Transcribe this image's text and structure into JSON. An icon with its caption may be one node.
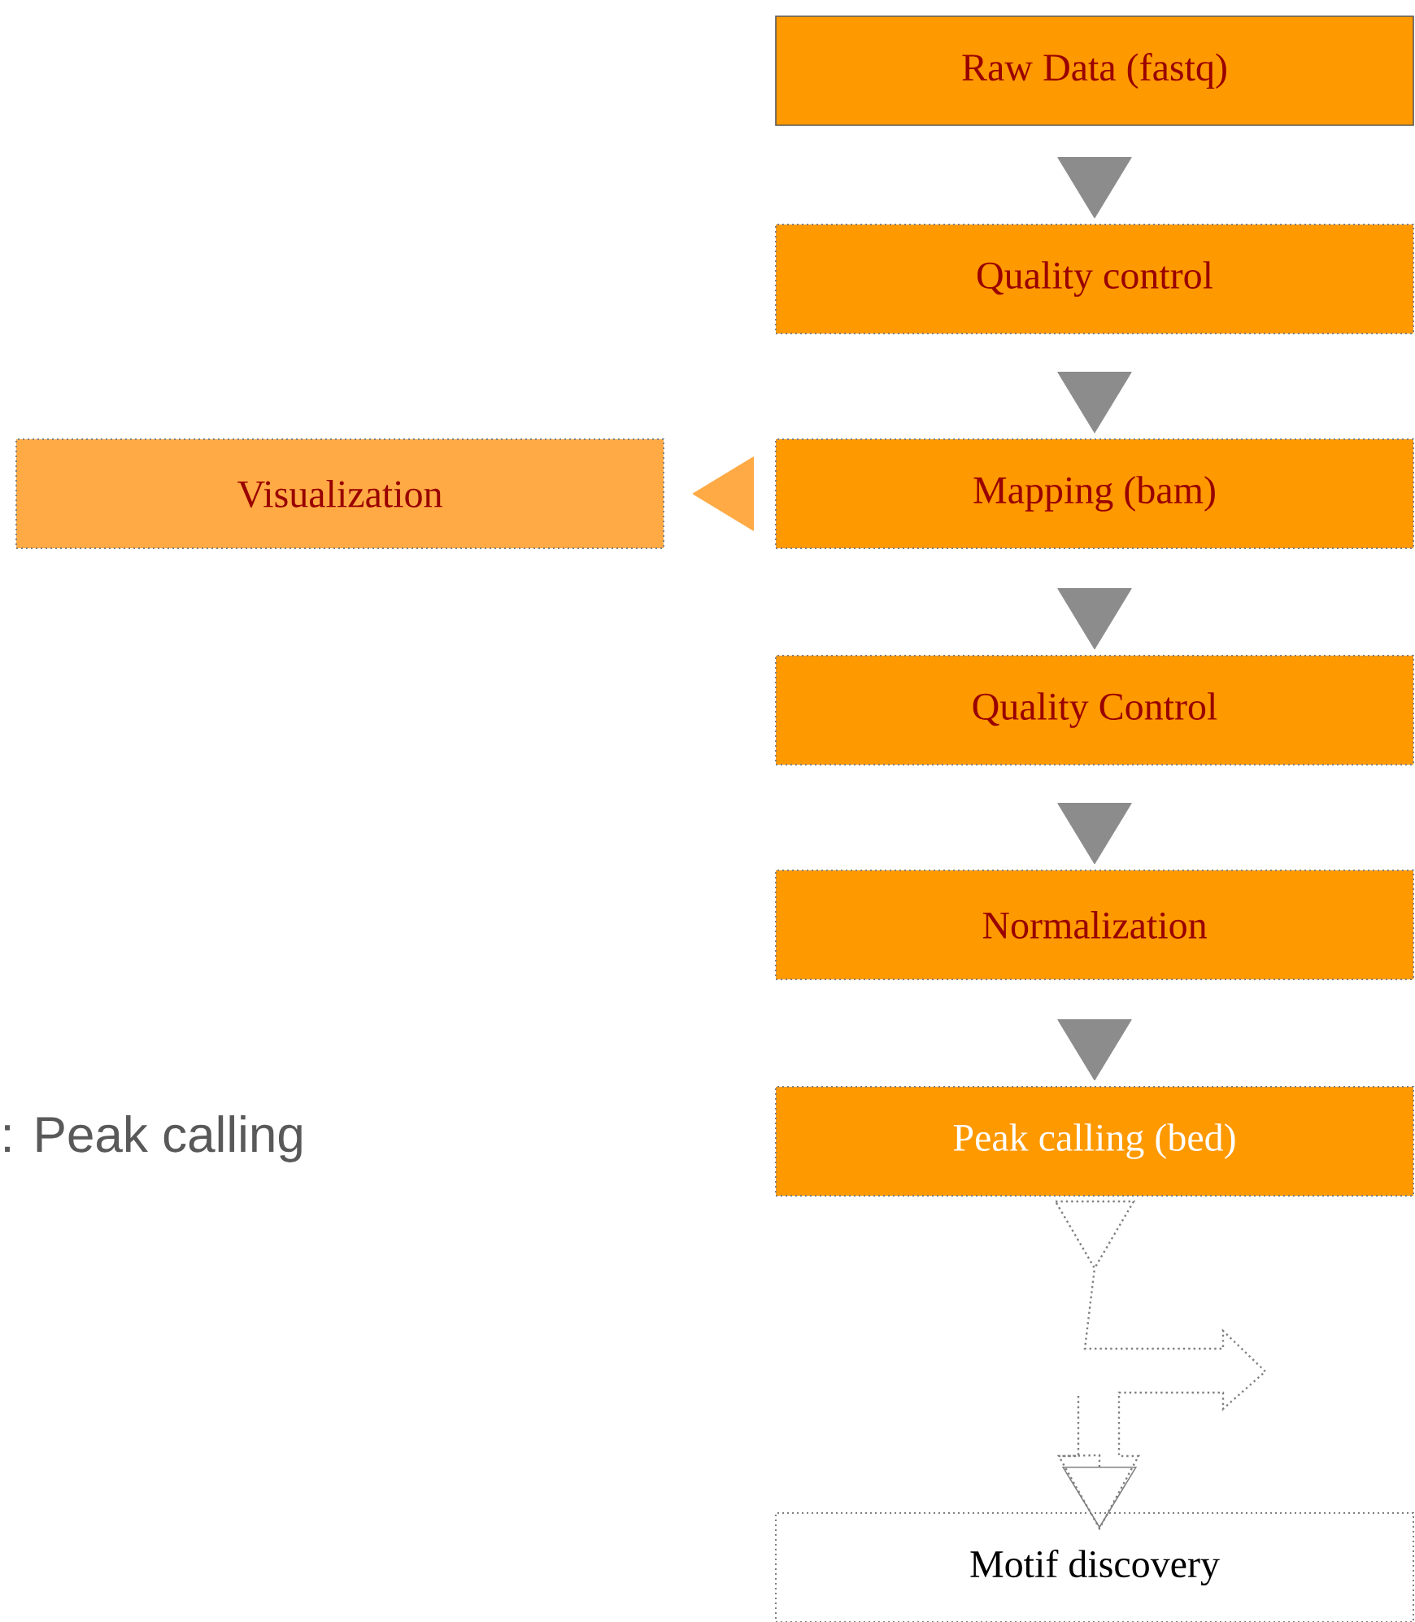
{
  "diagram": {
    "nodes": [
      {
        "text": [
          "Raw Data (fastq)"
        ]
      },
      {
        "text": [
          "Quality control"
        ]
      },
      {
        "text": [
          "Visualization"
        ]
      },
      {
        "text": [
          "Mapping (bam)"
        ]
      },
      {
        "text": [
          "Quality Control"
        ]
      },
      {
        "text": [
          "Normalization"
        ]
      },
      {
        "text": [
          "Peak calling (bed)"
        ]
      },
      {
        "text": [
          "Motif discovery"
        ]
      }
    ],
    "edges": [
      {
        "from": 0,
        "to": 1,
        "arrow": "to"
      },
      {
        "from": 1,
        "to": 3,
        "arrow": "to"
      },
      {
        "from": 3,
        "to": 2,
        "arrow": "to",
        "color": "#ffaa44"
      },
      {
        "from": 3,
        "to": 4,
        "arrow": "to"
      },
      {
        "from": 4,
        "to": 5,
        "arrow": "to"
      },
      {
        "from": 5,
        "to": 6,
        "arrow": "to"
      },
      {
        "from": 6,
        "to": 7,
        "arrow": "to",
        "style": "dashed"
      }
    ],
    "labels": [
      ": Peak calling"
    ]
  }
}
